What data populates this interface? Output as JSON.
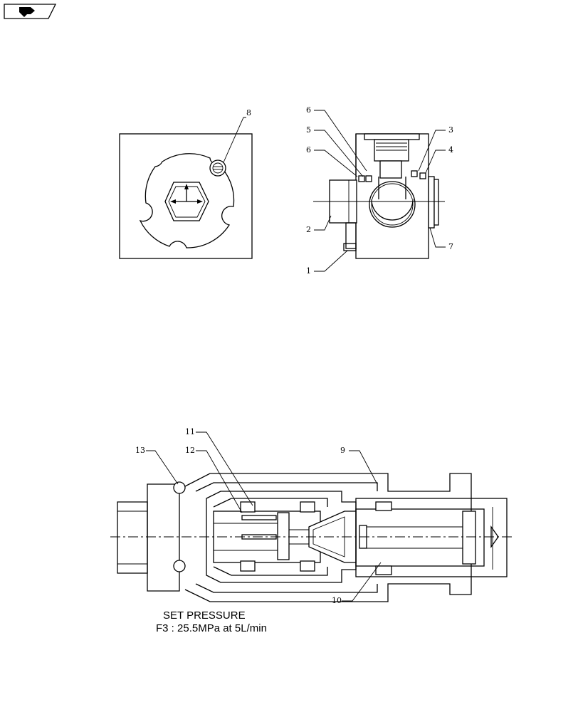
{
  "callouts": {
    "c1": "1",
    "c2": "2",
    "c3": "3",
    "c4": "4",
    "c5": "5",
    "c6a": "6",
    "c6b": "6",
    "c7": "7",
    "c8": "8",
    "c9": "9",
    "c10": "10",
    "c11": "11",
    "c12": "12",
    "c13": "13"
  },
  "caption": {
    "line1": "SET PRESSURE",
    "line2": "F3 : 25.5MPa  at  5L/min"
  },
  "icons": {
    "corner": "next-page-arrow-icon"
  }
}
